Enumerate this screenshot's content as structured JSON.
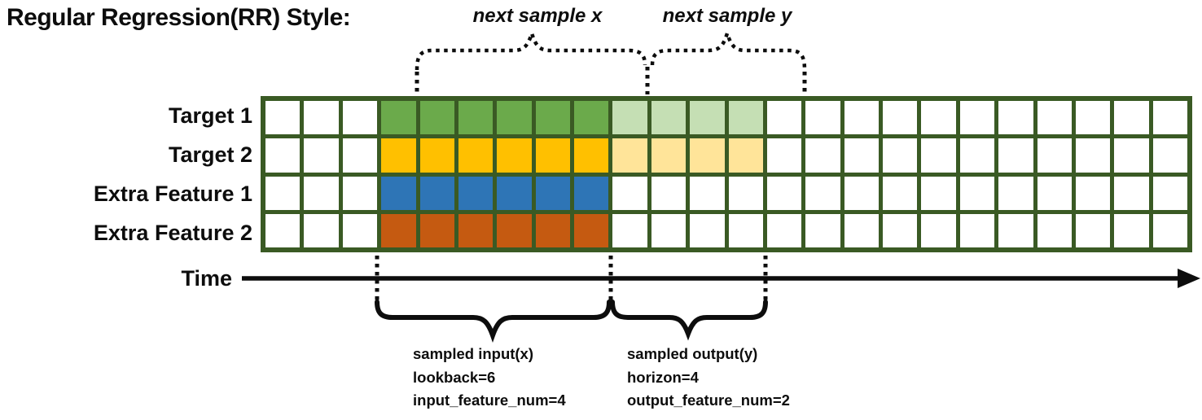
{
  "title": "Regular Regression(RR) Style:",
  "annotations": {
    "next_sample_x": "next sample x",
    "next_sample_y": "next sample y"
  },
  "time_axis": {
    "label": "Time"
  },
  "grid": {
    "columns": 24,
    "input_start_col": 3,
    "lookback": 6,
    "horizon": 4,
    "line_color": "#3A5A24",
    "empty_cell_color": "#ffffff",
    "rows": [
      {
        "label": "Target 1",
        "input_color": "#6BAA4B",
        "output_color": "#C5DFB4",
        "has_output": true
      },
      {
        "label": "Target 2",
        "input_color": "#FFC000",
        "output_color": "#FFE499",
        "has_output": true
      },
      {
        "label": "Extra Feature 1",
        "input_color": "#2E75B6",
        "output_color": "",
        "has_output": false
      },
      {
        "label": "Extra Feature 2",
        "input_color": "#C55A11",
        "output_color": "",
        "has_output": false
      }
    ]
  },
  "input_annotation": {
    "lines": [
      "sampled input(x)",
      "lookback=6",
      "input_feature_num=4"
    ]
  },
  "output_annotation": {
    "lines": [
      "sampled output(y)",
      "horizon=4",
      "output_feature_num=2"
    ]
  }
}
